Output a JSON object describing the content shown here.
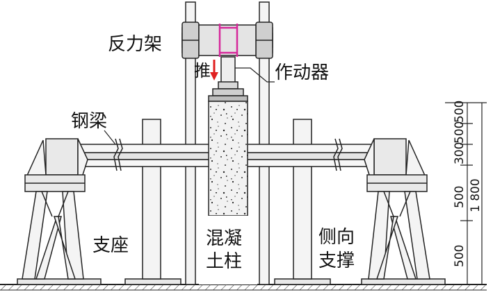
{
  "labels": {
    "reaction_frame": "反力架",
    "push": "推",
    "actuator": "作动器",
    "steel_beam": "钢梁",
    "support": "支座",
    "column_line1": "混凝",
    "column_line2": "土柱",
    "lateral_line1": "侧向",
    "lateral_line2": "支撑"
  },
  "dimensions": {
    "top": "500",
    "second": "500",
    "third": "300",
    "fourth": "500",
    "fifth": "500",
    "total": "1 800"
  },
  "colors": {
    "line": "#222222",
    "fill_gray": "#e6e6e6",
    "pink": "#d6289a",
    "red": "#e02020"
  }
}
